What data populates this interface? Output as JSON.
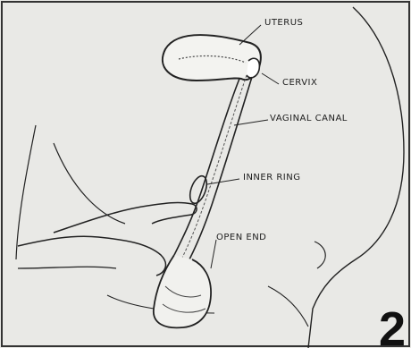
{
  "labels": {
    "uterus": "UTERUS",
    "cervix": "CERVIX",
    "vaginal_canal": "VAGINAL CANAL",
    "inner_ring": "INNER RING",
    "open_end": "OPEN END"
  },
  "step_number": "2"
}
